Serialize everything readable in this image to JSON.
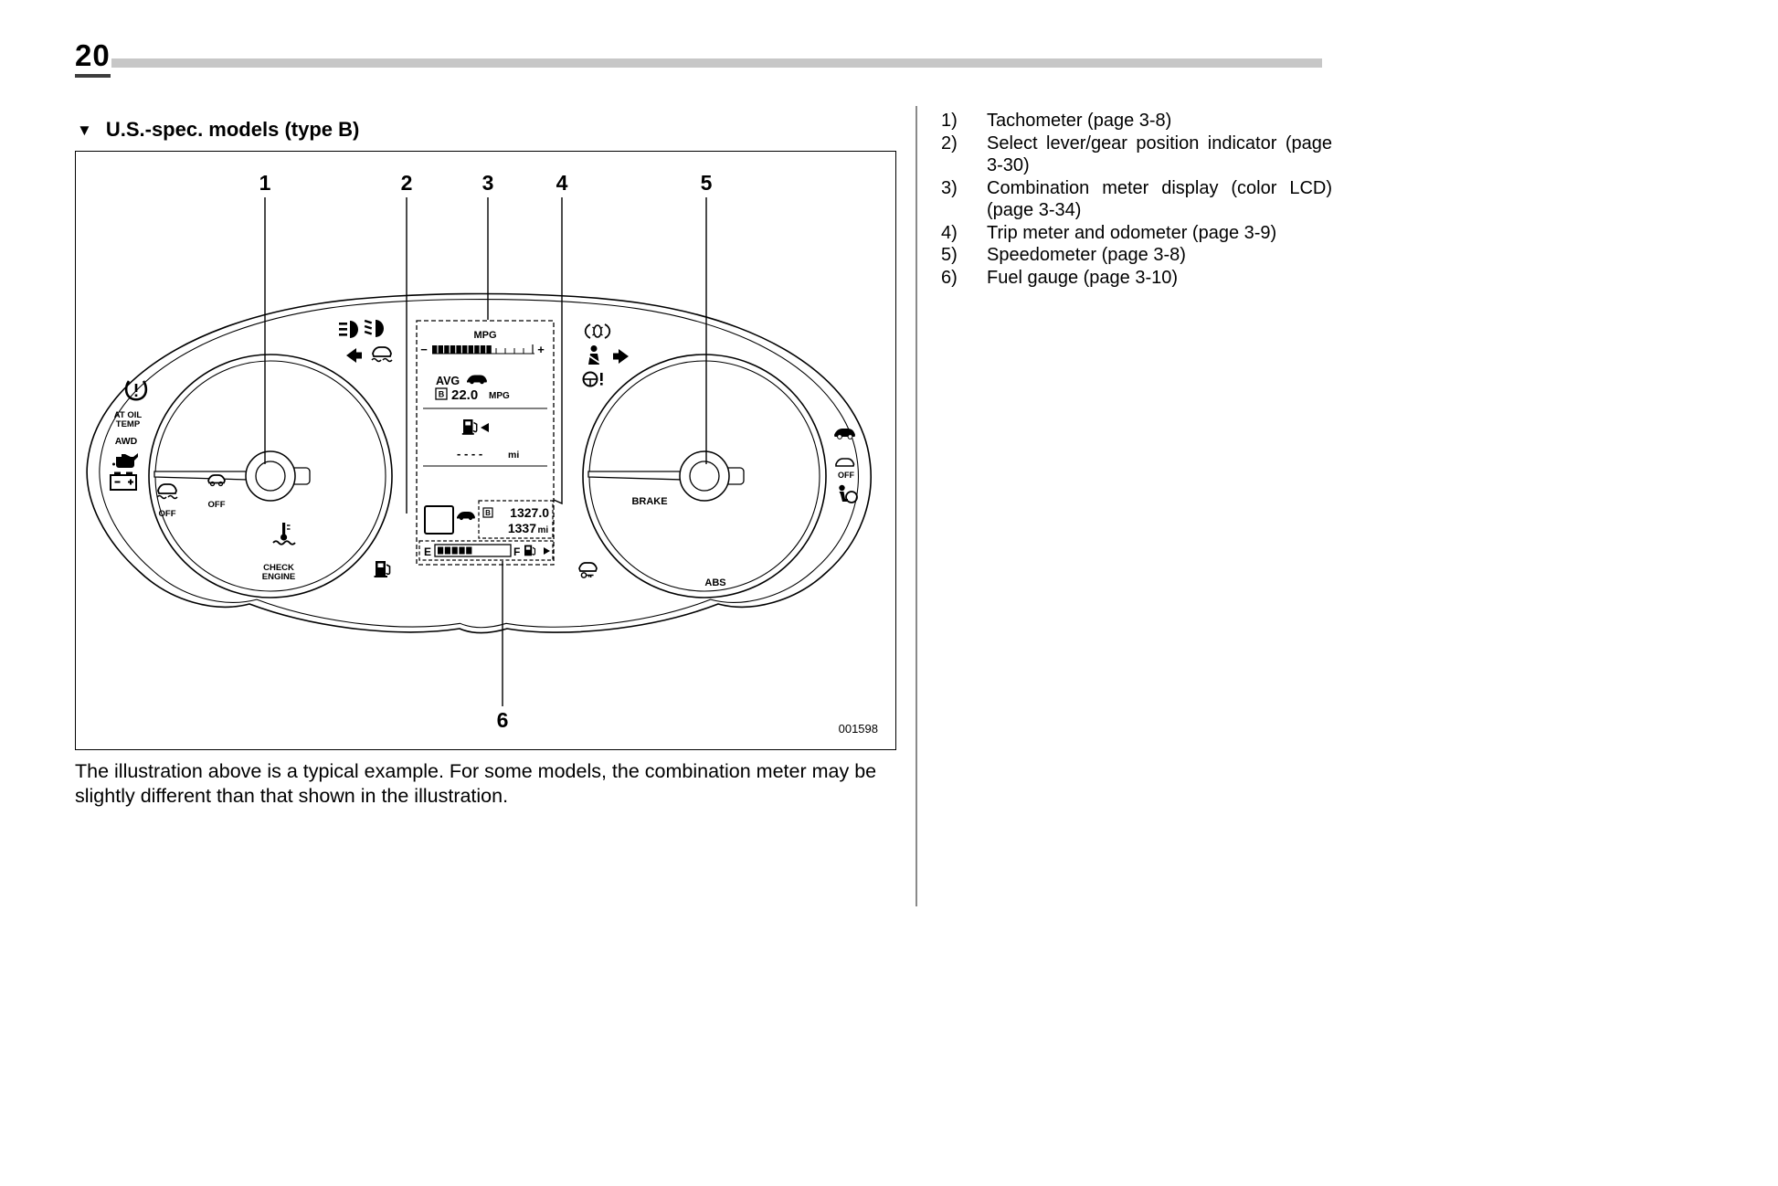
{
  "page": {
    "number": "20",
    "heading_marker": "▼",
    "heading": "U.S.-spec. models (type B)",
    "caption": "The illustration above is a typical example. For some models, the combination meter may be slightly different than that shown in the illustration.",
    "figure_code": "001598"
  },
  "legend": [
    {
      "num": "1)",
      "text": "Tachometer (page 3-8)"
    },
    {
      "num": "2)",
      "text": "Select lever/gear position indicator (page 3-30)"
    },
    {
      "num": "3)",
      "text": "Combination meter display (color LCD) (page 3-34)"
    },
    {
      "num": "4)",
      "text": "Trip meter and odometer (page 3-9)"
    },
    {
      "num": "5)",
      "text": "Speedometer (page 3-8)"
    },
    {
      "num": "6)",
      "text": "Fuel gauge (page 3-10)"
    }
  ],
  "callouts": {
    "c1": "1",
    "c2": "2",
    "c3": "3",
    "c4": "4",
    "c5": "5",
    "c6": "6"
  },
  "cluster": {
    "lcd": {
      "mpg": "MPG",
      "minus": "−",
      "plus": "+",
      "avg": "AVG",
      "trip_b": "B",
      "avg_value": "22.0",
      "avg_unit": "MPG",
      "range_value": "- - - -",
      "range_unit": "mi",
      "odo_value": "1327.0",
      "trip_value": "1337",
      "trip_unit": "mi",
      "fuel_e": "E",
      "fuel_f": "F"
    },
    "labels": {
      "at_oil_1": "AT OIL",
      "at_oil_2": "TEMP",
      "awd": "AWD",
      "off_vdc": "OFF",
      "off_tcs": "OFF",
      "off_cruise": "OFF",
      "check_1": "CHECK",
      "check_2": "ENGINE",
      "brake": "BRAKE",
      "abs": "ABS"
    }
  }
}
